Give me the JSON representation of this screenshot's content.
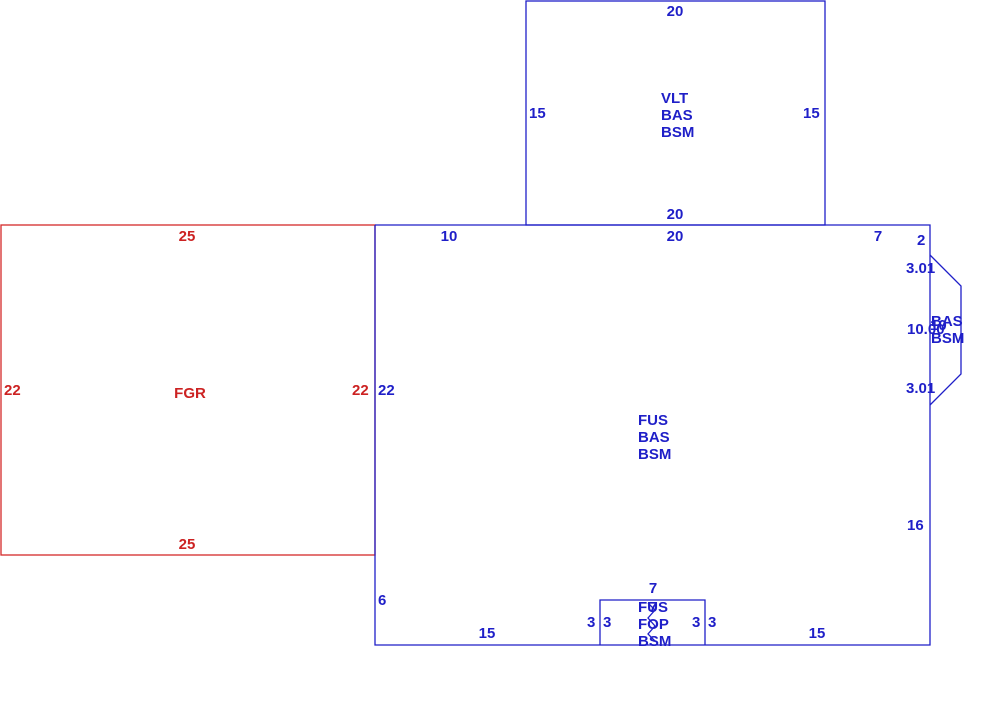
{
  "colors": {
    "main": "#1f1fc8",
    "garage": "#cc2222"
  },
  "fgr": {
    "label": "FGR",
    "top": "25",
    "bottom": "25",
    "left": "22",
    "right": "22"
  },
  "vault": {
    "label_lines": [
      "VLT",
      "BAS",
      "BSM"
    ],
    "top": "20",
    "bottom": "20",
    "left": "15",
    "right": "15"
  },
  "main": {
    "label_lines": [
      "FUS",
      "BAS",
      "BSM"
    ],
    "top_left": "10",
    "top_mid": "20",
    "top_right": "7",
    "left": "22",
    "left_low": "6",
    "right_top": "2",
    "right_low": "16",
    "bottom_left": "15",
    "bottom_right": "15"
  },
  "bay": {
    "label_lines": [
      "BAS",
      "BSM"
    ],
    "upper": "3.01",
    "middle": "10.00",
    "lower": "3.01",
    "mid_mark": "10"
  },
  "porch": {
    "label_lines": [
      "FUS",
      "FOP",
      "BSM"
    ],
    "top": "7",
    "inner_top": "7",
    "left_out": "3",
    "left_in": "3",
    "right_in": "3",
    "right_out": "3"
  }
}
